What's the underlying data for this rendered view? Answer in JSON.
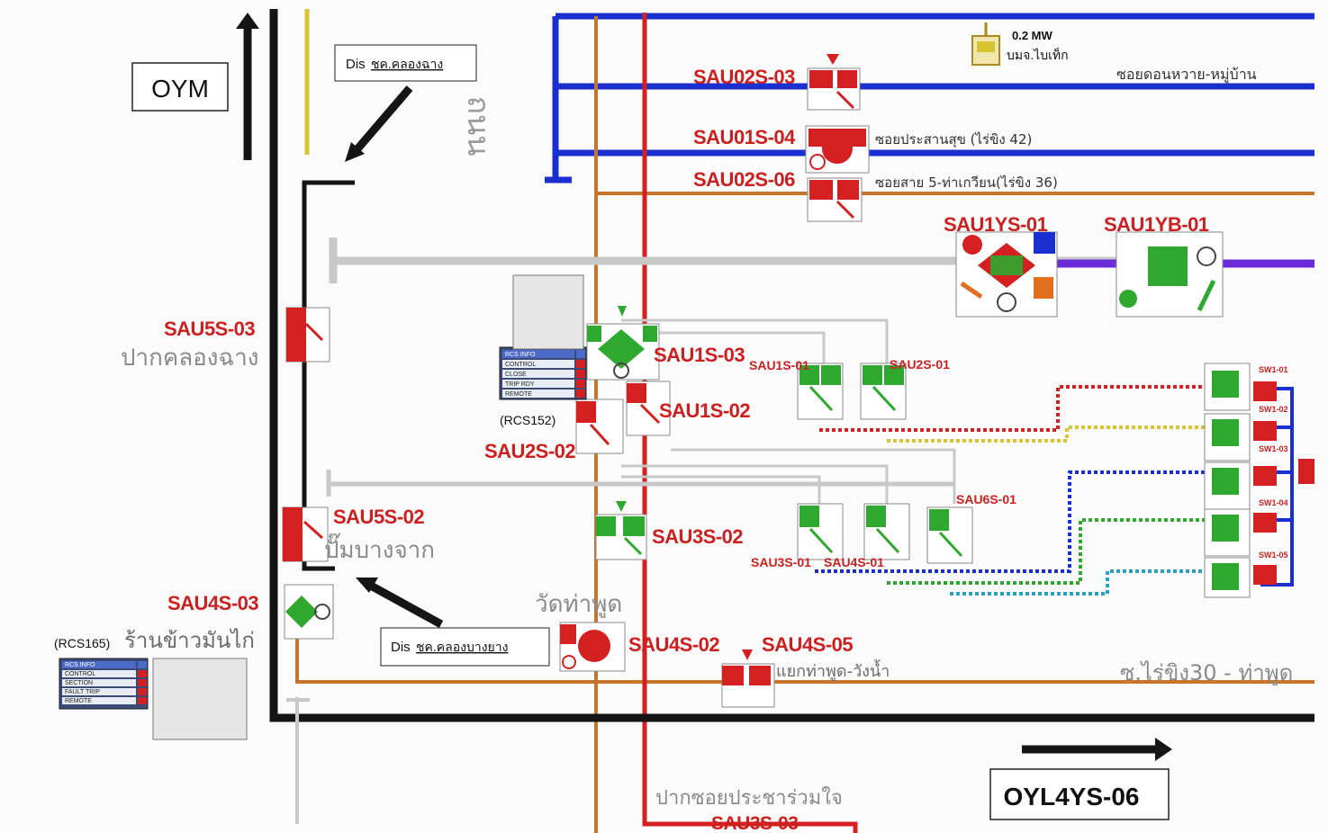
{
  "colors": {
    "black_line": "#151515",
    "yellow_line": "#d8c430",
    "blue_line": "#1a2fd0",
    "orange_line": "#c8742a",
    "red_line": "#d42020",
    "gray_line": "#c8c8c8",
    "purple_line": "#6a2bd8",
    "switch_red": "#d42020",
    "switch_green": "#2fa82f",
    "label_red": "#cc1f1f",
    "label_gray": "#8a8a8a"
  },
  "directions": {
    "north_box": "OYM",
    "east_box": "OYL4YS-06"
  },
  "disconnectors": {
    "top": {
      "prefix": "Dis",
      "name": "ชค.คลองฉาง"
    },
    "bottom": {
      "prefix": "Dis",
      "name": "ชค.คลองบางยาง"
    }
  },
  "road_label": "ถนน",
  "switches": {
    "sau02s_03": "SAU02S-03",
    "sau01s_04": "SAU01S-04",
    "sau02s_06": "SAU02S-06",
    "sau1ys_01": "SAU1YS-01",
    "sau1yb_01": "SAU1YB-01",
    "sau5s_03": "SAU5S-03",
    "sau1s_03": "SAU1S-03",
    "sau1s_02": "SAU1S-02",
    "sau2s_02": "SAU2S-02",
    "sau5s_02": "SAU5S-02",
    "sau3s_02": "SAU3S-02",
    "sau4s_03": "SAU4S-03",
    "sau4s_02": "SAU4S-02",
    "sau4s_05": "SAU4S-05",
    "sau3s_03": "SAU3S-03",
    "sau1s_01": "SAU1S-01",
    "sau2s_01": "SAU2S-01",
    "sau3s_01": "SAU3S-01",
    "sau4s_01": "SAU4S-01",
    "sau6s_01": "SAU6S-01"
  },
  "place_labels": {
    "mw": "0.2 MW",
    "plant": "บมจ.ไบเท็ก",
    "soi_top": "ซอยดอนหวาย-หมู่บ้าน",
    "soi_prasat": "ซอยประสานสุข (ไร่ขิง 42)",
    "soi_sai5": "ซอยสาย 5-ท่าเกวียน(ไร่ขิง 36)",
    "pak_khlong_chang": "ปากคลองฉาง",
    "pum_bang_chak": "ปั๊มบางจาก",
    "wat_tha_phut": "วัดท่าพูด",
    "ran_khao_man_kai": "ร้านข้าวมันไก่",
    "tha_phut_wangnam": "แยกท่าพูด-วังน้ำ",
    "rai_khing_30": "ซ.ไร่ขิง30 - ท่าพูด",
    "pak_soi": "ปากซอยประชาร่วมใจ",
    "rcs152": "(RCS152)",
    "rcs165": "(RCS165)"
  },
  "panels": {
    "rcs152": {
      "rows": [
        "RCS INFO",
        "CONTROL",
        "CLOSE",
        "TRIP RDY",
        "REMOTE"
      ]
    },
    "rcs165": {
      "rows": [
        "RCS INFO",
        "CONTROL",
        "SECTION",
        "FAULT TRIP",
        "REMOTE"
      ]
    }
  },
  "sub_switch_tags": [
    "SW1-01",
    "SW1-02",
    "SW1-03",
    "SW1-04",
    "SW1-05"
  ]
}
